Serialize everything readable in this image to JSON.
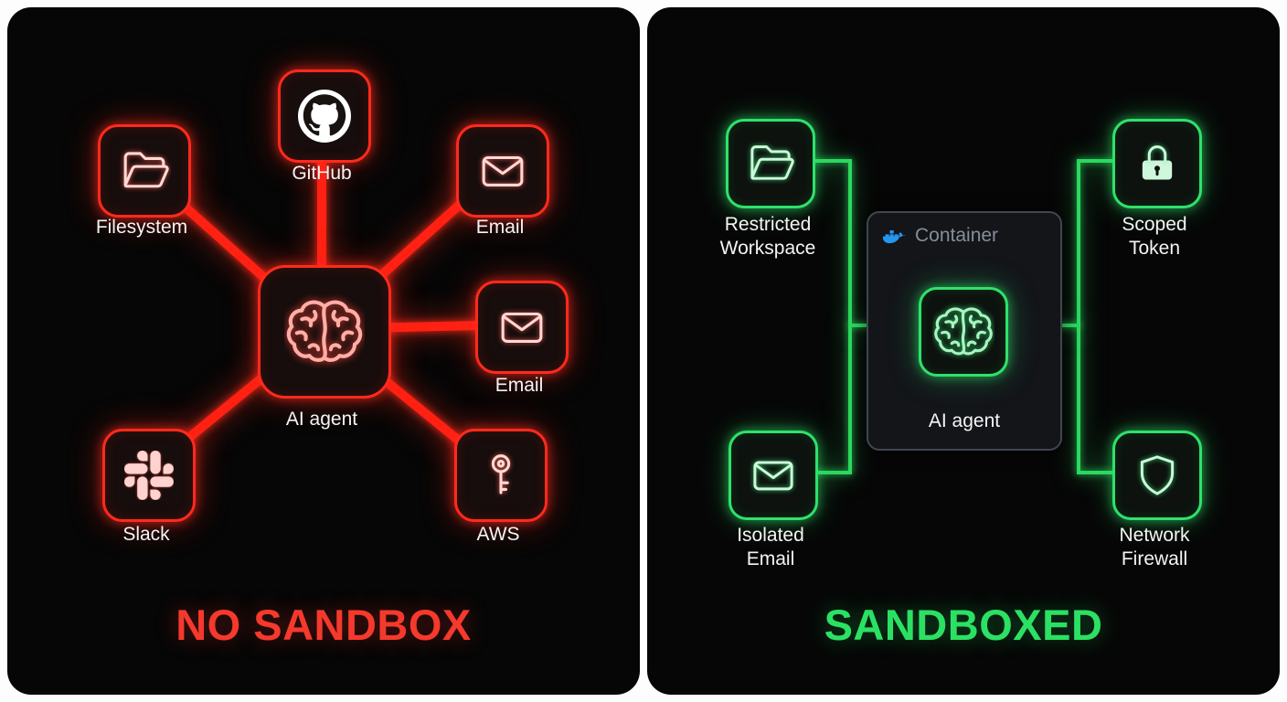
{
  "left_panel": {
    "title": "NO SANDBOX",
    "center_node": {
      "label": "AI agent"
    },
    "nodes": {
      "filesystem": {
        "label": "Filesystem"
      },
      "github": {
        "label": "GitHub"
      },
      "email_top": {
        "label": "Email"
      },
      "email_right": {
        "label": "Email"
      },
      "slack": {
        "label": "Slack"
      },
      "aws": {
        "label": "AWS"
      }
    }
  },
  "right_panel": {
    "title": "SANDBOXED",
    "container": {
      "label": "Container"
    },
    "center_node": {
      "label": "AI agent"
    },
    "nodes": {
      "restricted_workspace": {
        "label": "Restricted\nWorkspace"
      },
      "scoped_token": {
        "label": "Scoped\nToken"
      },
      "isolated_email": {
        "label": "Isolated\nEmail"
      },
      "network_firewall": {
        "label": "Network\nFirewall"
      }
    }
  },
  "colors": {
    "danger_red": "#ff2a1c",
    "safe_green": "#2ee26a",
    "docker_blue": "#2496ed"
  }
}
